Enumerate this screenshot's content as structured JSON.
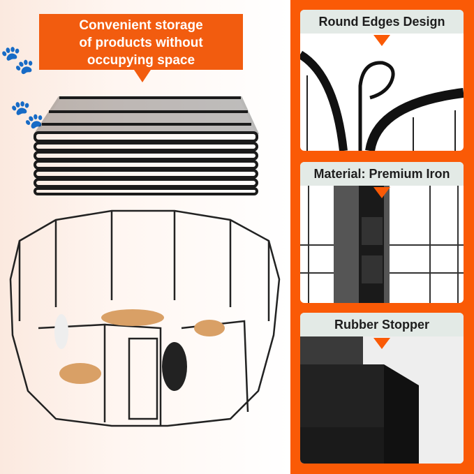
{
  "banner": {
    "line1": "Convenient storage",
    "line2": "of products without",
    "line3": "occupying space"
  },
  "features": [
    {
      "label": "Round Edges Design",
      "icon": "hook-icon"
    },
    {
      "label": "Material: Premium Iron",
      "icon": "hinge-icon"
    },
    {
      "label": "Rubber Stopper",
      "icon": "stopper-icon"
    }
  ],
  "colors": {
    "accent": "#fa5a06",
    "label_bg": "#e3eae6"
  }
}
